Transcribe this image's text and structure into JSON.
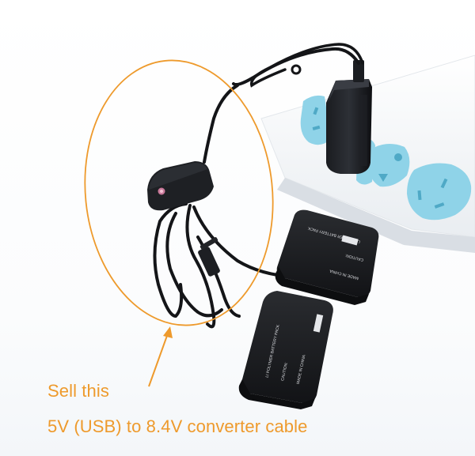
{
  "image": {
    "subject": "USB to 8.4V converter cable with two Li-polymer battery packs and USB wall charger plugged into a power strip",
    "annotation_color": "#ee9a2c"
  },
  "captions": {
    "line1": "Sell this",
    "line2": "5V (USB) to 8.4V converter cable"
  },
  "objects": {
    "highlight_ellipse": "highlight-ellipse",
    "arrow": "arrow-pointer",
    "converter_box": "converter-module-with-led",
    "usb_charger": "usb-wall-charger",
    "power_strip": "power-strip",
    "battery_pack_1": "battery-pack",
    "battery_pack_2": "battery-pack"
  },
  "battery_labels": {
    "title": "LI POLYMER BATTERY PACK",
    "caution": "CAUTION:",
    "made_in": "MADE IN CHINA"
  }
}
